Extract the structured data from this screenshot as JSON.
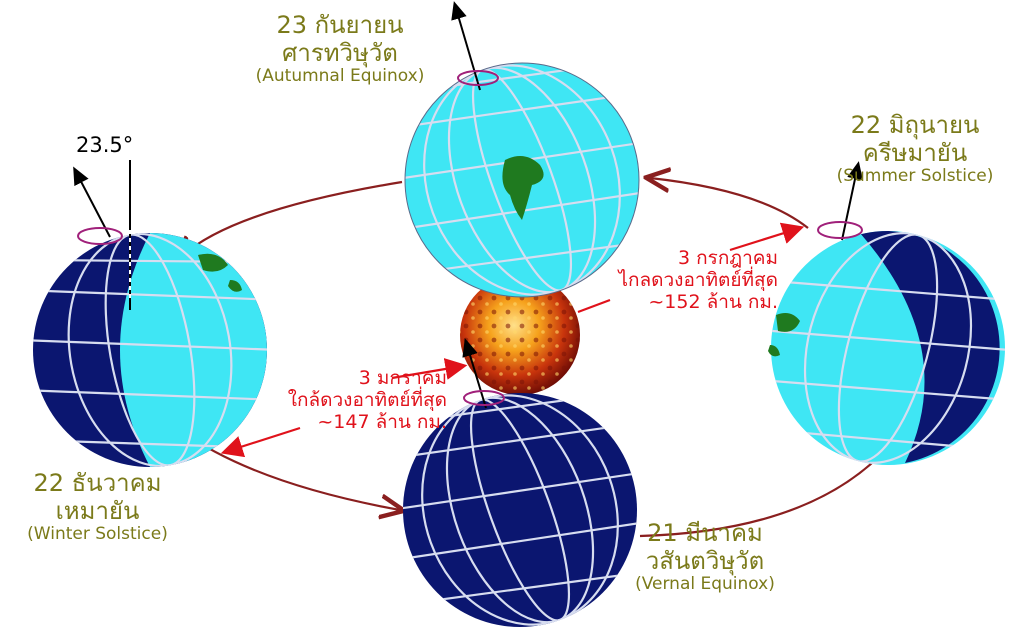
{
  "colors": {
    "orbit": "#8a1f1f",
    "ocean": "#3fe6f4",
    "night": "#0b1670",
    "grid": "#d7ddf0",
    "land": "#1f7a1f",
    "label": "#7b7a1a",
    "callout": "#e0121b",
    "spin": "#a0207a"
  },
  "tilt_label": "23.5°",
  "seasons": {
    "autumnal": {
      "date": "23 กันยายน",
      "name_th": "ศารทวิษุวัต",
      "name_en": "(Autumnal Equinox)"
    },
    "summer": {
      "date": "22 มิถุนายน",
      "name_th": "ครีษมายัน",
      "name_en": "(Summer Solstice)"
    },
    "winter": {
      "date": "22 ธันวาคม",
      "name_th": "เหมายัน",
      "name_en": "(Winter Solstice)"
    },
    "vernal": {
      "date": "21 มีนาคม",
      "name_th": "วสันตวิษุวัต",
      "name_en": "(Vernal Equinox)"
    }
  },
  "aphelion": {
    "date": "3 กรกฎาคม",
    "desc": "ไกลดวงอาทิตย์ที่สุด",
    "dist": "~152 ล้าน กม."
  },
  "perihelion": {
    "date": "3 มกราคม",
    "desc": "ใกล้ดวงอาทิตย์ที่สุด",
    "dist": "~147 ล้าน กม."
  }
}
